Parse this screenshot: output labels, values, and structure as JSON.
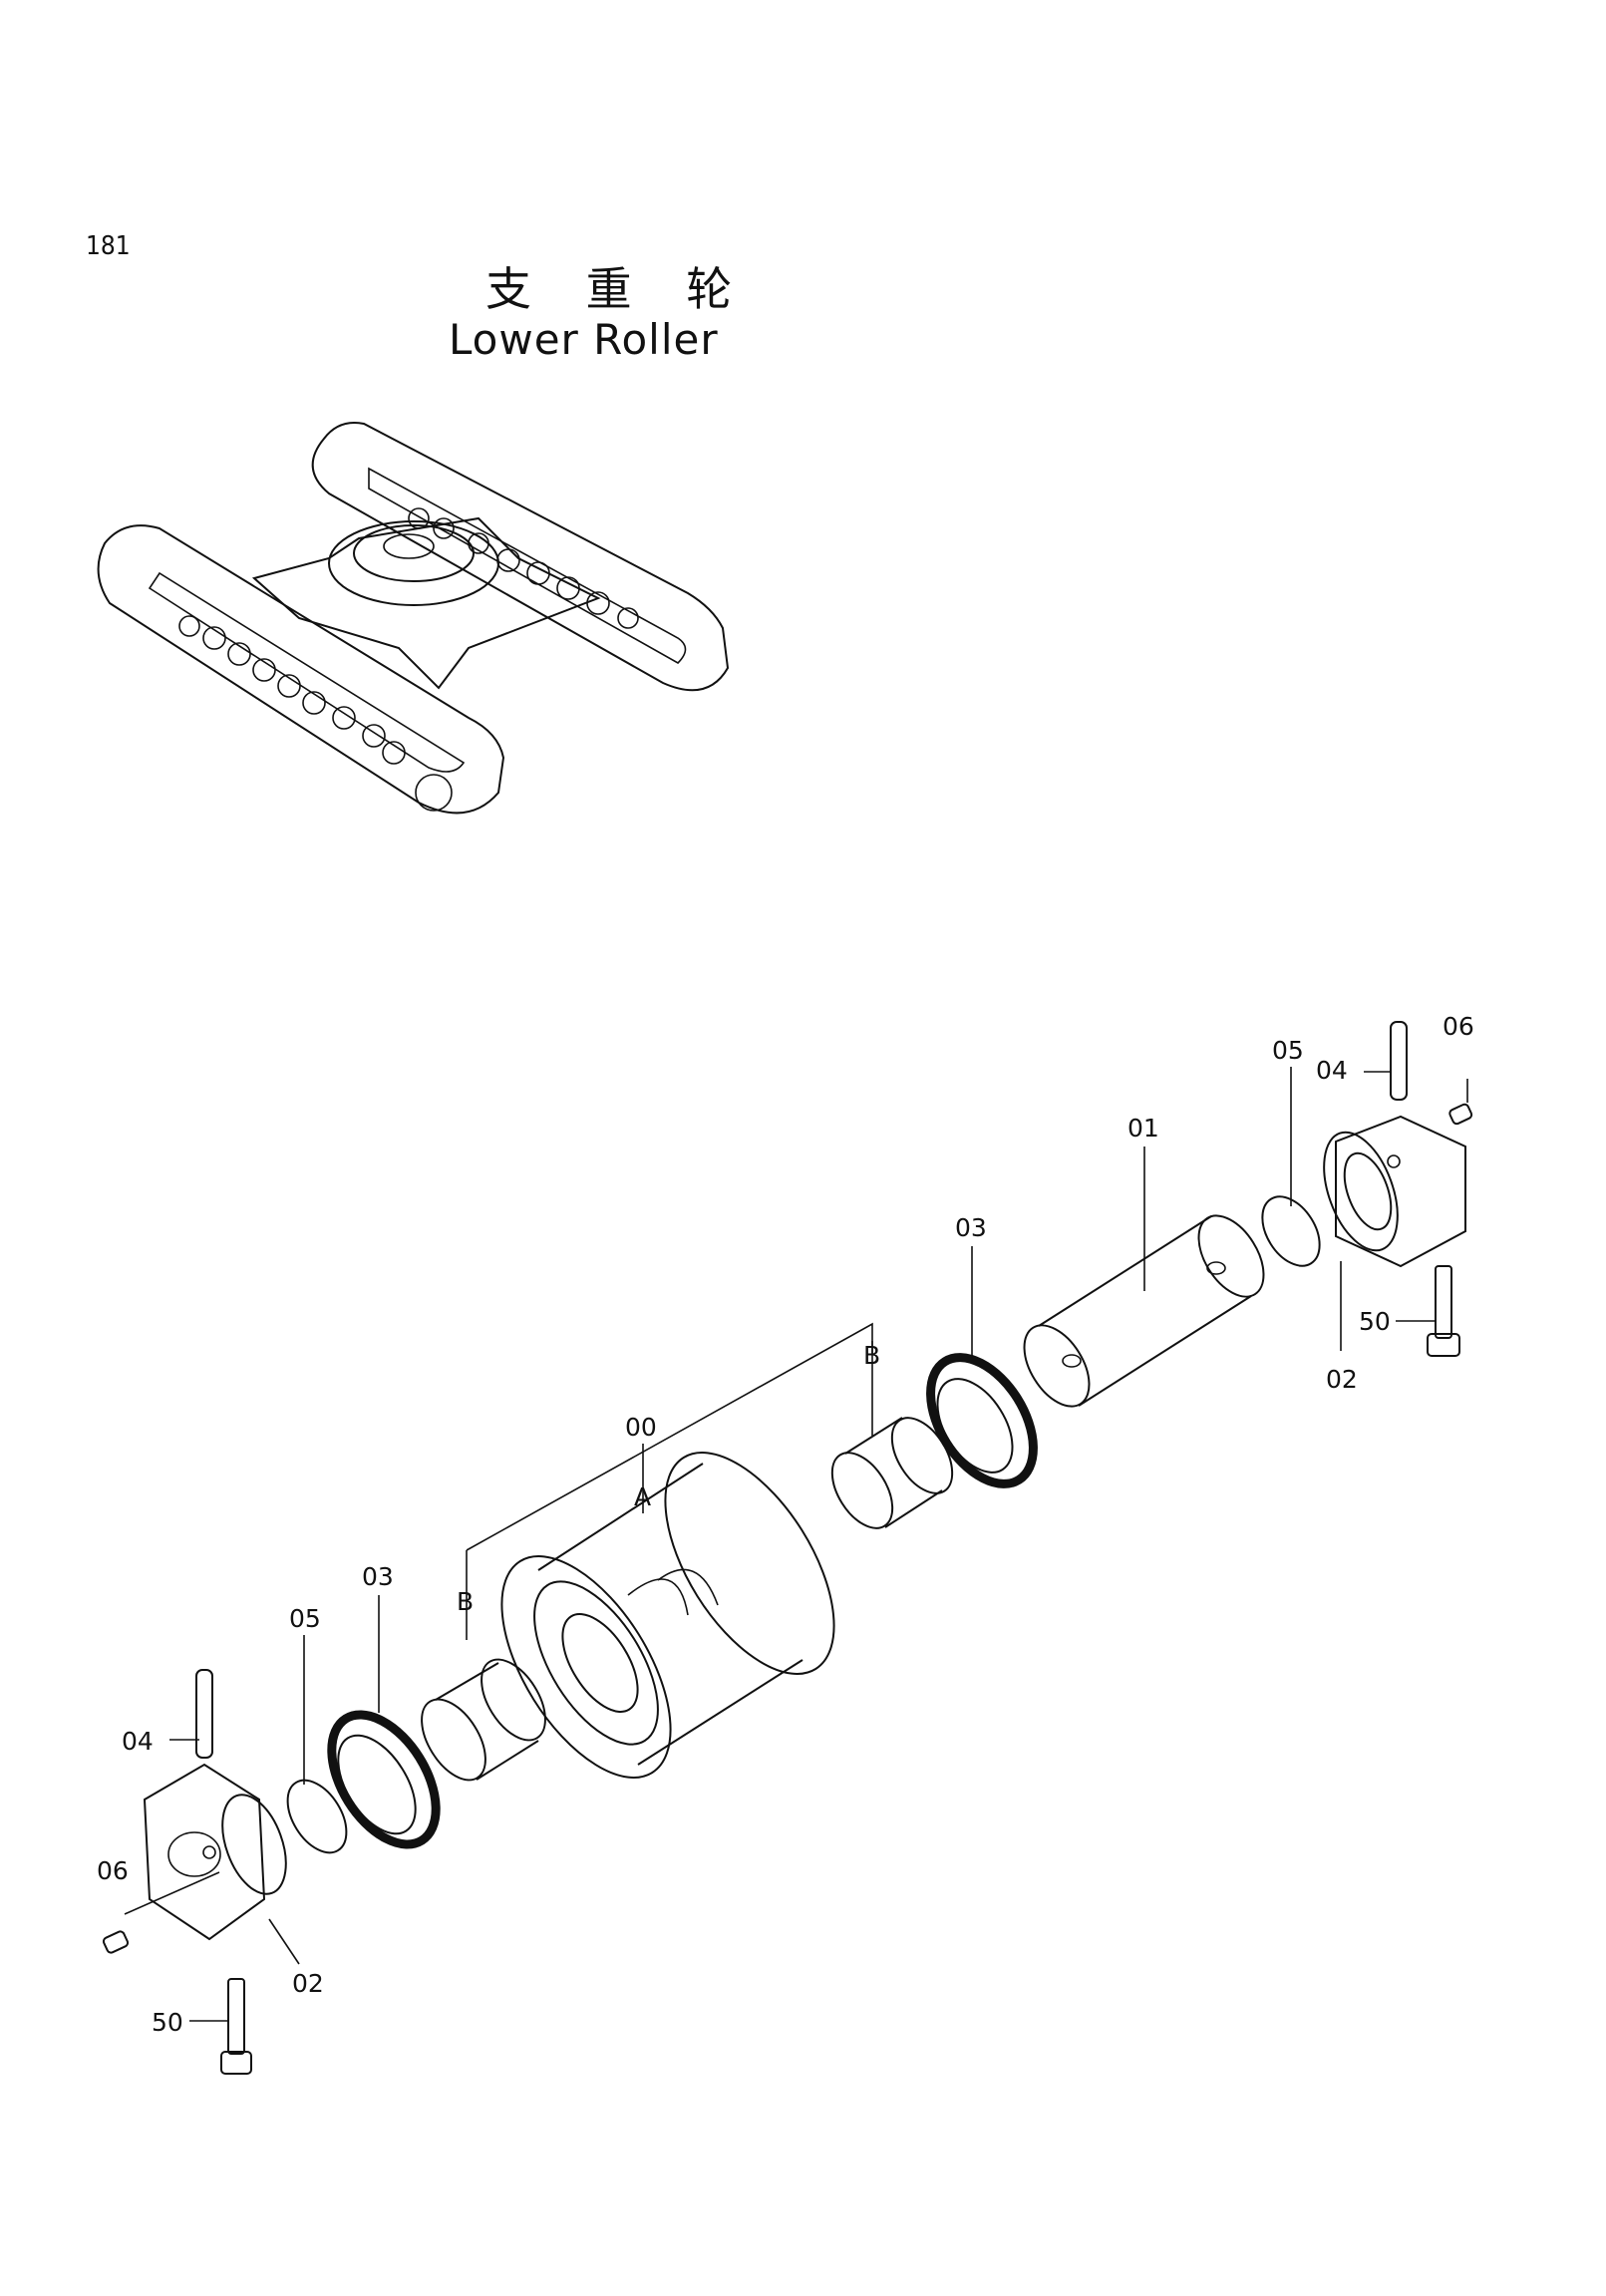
{
  "page": {
    "number": "181"
  },
  "title": {
    "chinese": "支 重 轮",
    "english": "Lower Roller"
  },
  "callouts": [
    {
      "id": "label-00",
      "text": "00"
    },
    {
      "id": "label-A",
      "text": "A"
    },
    {
      "id": "label-B-left",
      "text": "B"
    },
    {
      "id": "label-B-right",
      "text": "B"
    },
    {
      "id": "label-01",
      "text": "01"
    },
    {
      "id": "label-02-left",
      "text": "02"
    },
    {
      "id": "label-02-right",
      "text": "02"
    },
    {
      "id": "label-03-left",
      "text": "03"
    },
    {
      "id": "label-03-right",
      "text": "03"
    },
    {
      "id": "label-04-left",
      "text": "04"
    },
    {
      "id": "label-04-right",
      "text": "04"
    },
    {
      "id": "label-05-left",
      "text": "05"
    },
    {
      "id": "label-05-right",
      "text": "05"
    },
    {
      "id": "label-06-left",
      "text": "06"
    },
    {
      "id": "label-06-right",
      "text": "06"
    },
    {
      "id": "label-50-left",
      "text": "50"
    },
    {
      "id": "label-50-right",
      "text": "50"
    }
  ]
}
